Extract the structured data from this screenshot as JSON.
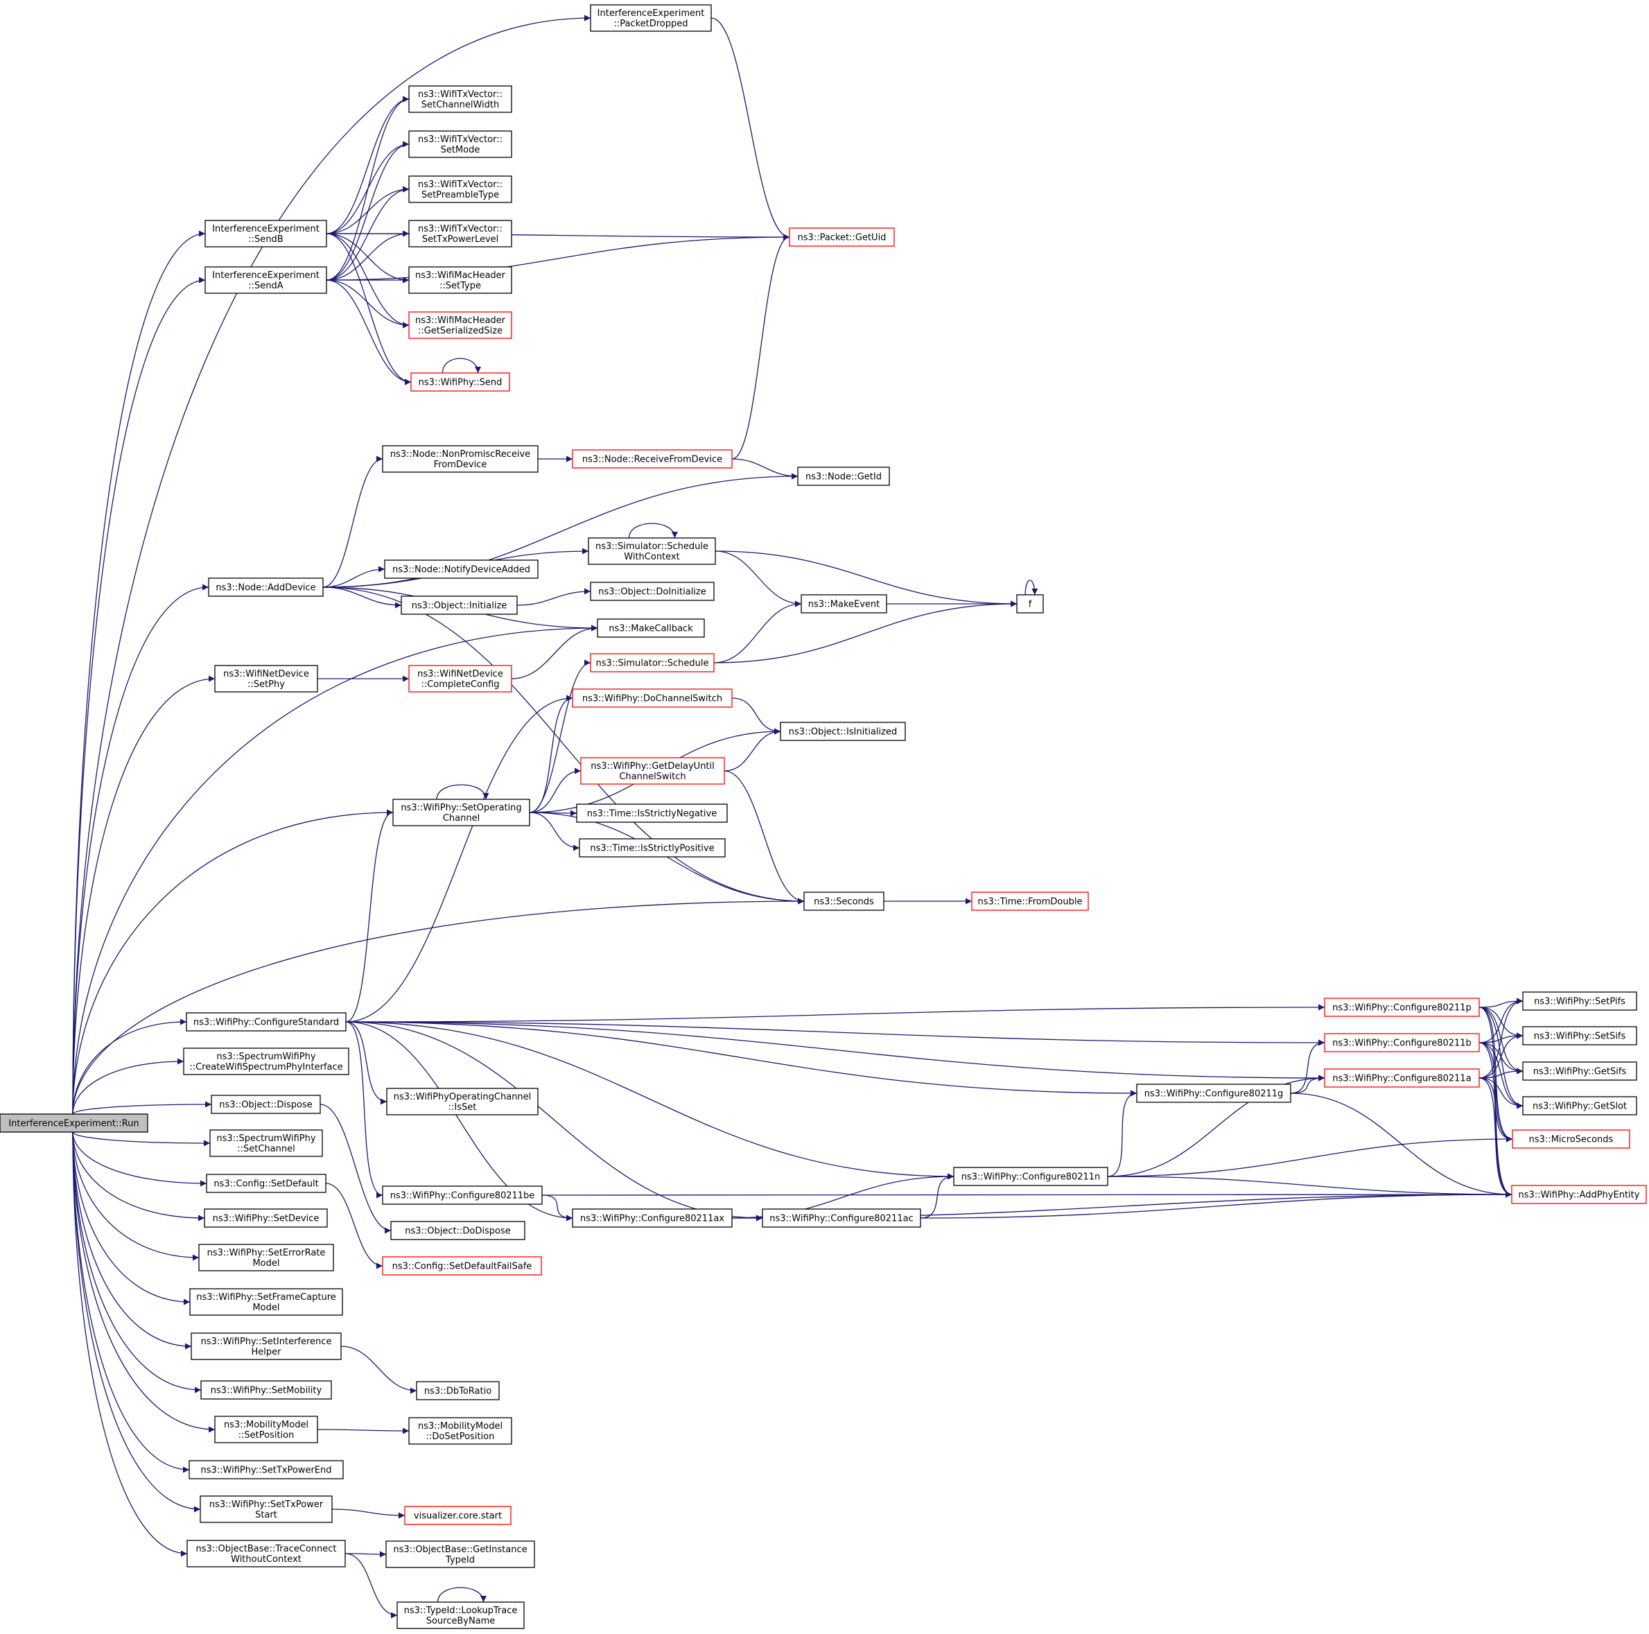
{
  "colors": {
    "edge": "#191970",
    "node_border": "#000000",
    "node_border_truncated": "#ff0000",
    "node_fill": "#ffffff",
    "root_fill": "#bfbfbf"
  },
  "nodes": [
    {
      "id": "run",
      "lines": [
        "InterferenceExperiment::Run"
      ],
      "style": "root"
    },
    {
      "id": "packetDropped",
      "lines": [
        "InterferenceExperiment",
        "::PacketDropped"
      ],
      "style": "normal"
    },
    {
      "id": "sendB",
      "lines": [
        "InterferenceExperiment",
        "::SendB"
      ],
      "style": "normal"
    },
    {
      "id": "sendA",
      "lines": [
        "InterferenceExperiment",
        "::SendA"
      ],
      "style": "normal"
    },
    {
      "id": "setChannelWidth",
      "lines": [
        "ns3::WifiTxVector::",
        "SetChannelWidth"
      ],
      "style": "normal"
    },
    {
      "id": "setMode",
      "lines": [
        "ns3::WifiTxVector::",
        "SetMode"
      ],
      "style": "normal"
    },
    {
      "id": "setPreambleType",
      "lines": [
        "ns3::WifiTxVector::",
        "SetPreambleType"
      ],
      "style": "normal"
    },
    {
      "id": "setTxPowerLevel",
      "lines": [
        "ns3::WifiTxVector::",
        "SetTxPowerLevel"
      ],
      "style": "normal"
    },
    {
      "id": "macSetType",
      "lines": [
        "ns3::WifiMacHeader",
        "::SetType"
      ],
      "style": "normal"
    },
    {
      "id": "getSerializedSize",
      "lines": [
        "ns3::WifiMacHeader",
        "::GetSerializedSize"
      ],
      "style": "truncated"
    },
    {
      "id": "phySend",
      "lines": [
        "ns3::WifiPhy::Send"
      ],
      "style": "truncated"
    },
    {
      "id": "getUid",
      "lines": [
        "ns3::Packet::GetUid"
      ],
      "style": "truncated"
    },
    {
      "id": "nonPromisc",
      "lines": [
        "ns3::Node::NonPromiscReceive",
        "FromDevice"
      ],
      "style": "normal"
    },
    {
      "id": "receiveFromDevice",
      "lines": [
        "ns3::Node::ReceiveFromDevice"
      ],
      "style": "truncated"
    },
    {
      "id": "getId",
      "lines": [
        "ns3::Node::GetId"
      ],
      "style": "normal"
    },
    {
      "id": "scheduleWithContext",
      "lines": [
        "ns3::Simulator::Schedule",
        "WithContext"
      ],
      "style": "normal"
    },
    {
      "id": "addDevice",
      "lines": [
        "ns3::Node::AddDevice"
      ],
      "style": "normal"
    },
    {
      "id": "notifyDeviceAdded",
      "lines": [
        "ns3::Node::NotifyDeviceAdded"
      ],
      "style": "normal"
    },
    {
      "id": "objInitialize",
      "lines": [
        "ns3::Object::Initialize"
      ],
      "style": "normal"
    },
    {
      "id": "doInitialize",
      "lines": [
        "ns3::Object::DoInitialize"
      ],
      "style": "normal"
    },
    {
      "id": "makeEvent",
      "lines": [
        "ns3::MakeEvent"
      ],
      "style": "normal"
    },
    {
      "id": "f",
      "lines": [
        "f"
      ],
      "style": "normal"
    },
    {
      "id": "makeCallback",
      "lines": [
        "ns3::MakeCallback"
      ],
      "style": "normal"
    },
    {
      "id": "setPhy",
      "lines": [
        "ns3::WifiNetDevice",
        "::SetPhy"
      ],
      "style": "normal"
    },
    {
      "id": "completeConfig",
      "lines": [
        "ns3::WifiNetDevice",
        "::CompleteConfig"
      ],
      "style": "truncated"
    },
    {
      "id": "simSchedule",
      "lines": [
        "ns3::Simulator::Schedule"
      ],
      "style": "truncated"
    },
    {
      "id": "doChannelSwitch",
      "lines": [
        "ns3::WifiPhy::DoChannelSwitch"
      ],
      "style": "truncated"
    },
    {
      "id": "isInitialized",
      "lines": [
        "ns3::Object::IsInitialized"
      ],
      "style": "normal"
    },
    {
      "id": "getDelayUntil",
      "lines": [
        "ns3::WifiPhy::GetDelayUntil",
        "ChannelSwitch"
      ],
      "style": "truncated"
    },
    {
      "id": "setOperatingChannel",
      "lines": [
        "ns3::WifiPhy::SetOperating",
        "Channel"
      ],
      "style": "normal"
    },
    {
      "id": "isStrictlyNegative",
      "lines": [
        "ns3::Time::IsStrictlyNegative"
      ],
      "style": "normal"
    },
    {
      "id": "isStrictlyPositive",
      "lines": [
        "ns3::Time::IsStrictlyPositive"
      ],
      "style": "normal"
    },
    {
      "id": "seconds",
      "lines": [
        "ns3::Seconds"
      ],
      "style": "normal"
    },
    {
      "id": "fromDouble",
      "lines": [
        "ns3::Time::FromDouble"
      ],
      "style": "truncated"
    },
    {
      "id": "configureStandard",
      "lines": [
        "ns3::WifiPhy::ConfigureStandard"
      ],
      "style": "normal"
    },
    {
      "id": "createWifiSpectrum",
      "lines": [
        "ns3::SpectrumWifiPhy",
        "::CreateWifiSpectrumPhyInterface"
      ],
      "style": "normal"
    },
    {
      "id": "objDispose",
      "lines": [
        "ns3::Object::Dispose"
      ],
      "style": "normal"
    },
    {
      "id": "spectrumSetChannel",
      "lines": [
        "ns3::SpectrumWifiPhy",
        "::SetChannel"
      ],
      "style": "normal"
    },
    {
      "id": "configSetDefault",
      "lines": [
        "ns3::Config::SetDefault"
      ],
      "style": "normal"
    },
    {
      "id": "setDevice",
      "lines": [
        "ns3::WifiPhy::SetDevice"
      ],
      "style": "normal"
    },
    {
      "id": "setErrorRate",
      "lines": [
        "ns3::WifiPhy::SetErrorRate",
        "Model"
      ],
      "style": "normal"
    },
    {
      "id": "setFrameCapture",
      "lines": [
        "ns3::WifiPhy::SetFrameCapture",
        "Model"
      ],
      "style": "normal"
    },
    {
      "id": "setInterference",
      "lines": [
        "ns3::WifiPhy::SetInterference",
        "Helper"
      ],
      "style": "normal"
    },
    {
      "id": "setMobility",
      "lines": [
        "ns3::WifiPhy::SetMobility"
      ],
      "style": "normal"
    },
    {
      "id": "mobSetPosition",
      "lines": [
        "ns3::MobilityModel",
        "::SetPosition"
      ],
      "style": "normal"
    },
    {
      "id": "setTxPowerEnd",
      "lines": [
        "ns3::WifiPhy::SetTxPowerEnd"
      ],
      "style": "normal"
    },
    {
      "id": "setTxPowerStart",
      "lines": [
        "ns3::WifiPhy::SetTxPower",
        "Start"
      ],
      "style": "normal"
    },
    {
      "id": "traceConnect",
      "lines": [
        "ns3::ObjectBase::TraceConnect",
        "WithoutContext"
      ],
      "style": "normal"
    },
    {
      "id": "opChanIsSet",
      "lines": [
        "ns3::WifiPhyOperatingChannel",
        "::IsSet"
      ],
      "style": "normal"
    },
    {
      "id": "configure80211be",
      "lines": [
        "ns3::WifiPhy::Configure80211be"
      ],
      "style": "normal"
    },
    {
      "id": "objDoDispose",
      "lines": [
        "ns3::Object::DoDispose"
      ],
      "style": "normal"
    },
    {
      "id": "setDefaultFailSafe",
      "lines": [
        "ns3::Config::SetDefaultFailSafe"
      ],
      "style": "truncated"
    },
    {
      "id": "dbToRatio",
      "lines": [
        "ns3::DbToRatio"
      ],
      "style": "normal"
    },
    {
      "id": "doSetPosition",
      "lines": [
        "ns3::MobilityModel",
        "::DoSetPosition"
      ],
      "style": "normal"
    },
    {
      "id": "vizStart",
      "lines": [
        "visualizer.core.start"
      ],
      "style": "truncated"
    },
    {
      "id": "getInstanceTypeId",
      "lines": [
        "ns3::ObjectBase::GetInstance",
        "TypeId"
      ],
      "style": "normal"
    },
    {
      "id": "lookupTrace",
      "lines": [
        "ns3::TypeId::LookupTrace",
        "SourceByName"
      ],
      "style": "normal"
    },
    {
      "id": "configure80211g",
      "lines": [
        "ns3::WifiPhy::Configure80211g"
      ],
      "style": "normal"
    },
    {
      "id": "configure80211n",
      "lines": [
        "ns3::WifiPhy::Configure80211n"
      ],
      "style": "normal"
    },
    {
      "id": "configure80211ax",
      "lines": [
        "ns3::WifiPhy::Configure80211ax"
      ],
      "style": "normal"
    },
    {
      "id": "configure80211ac",
      "lines": [
        "ns3::WifiPhy::Configure80211ac"
      ],
      "style": "normal"
    },
    {
      "id": "configure80211p",
      "lines": [
        "ns3::WifiPhy::Configure80211p"
      ],
      "style": "truncated"
    },
    {
      "id": "configure80211b",
      "lines": [
        "ns3::WifiPhy::Configure80211b"
      ],
      "style": "truncated"
    },
    {
      "id": "configure80211a",
      "lines": [
        "ns3::WifiPhy::Configure80211a"
      ],
      "style": "truncated"
    },
    {
      "id": "setPifs",
      "lines": [
        "ns3::WifiPhy::SetPifs"
      ],
      "style": "normal"
    },
    {
      "id": "setSifs",
      "lines": [
        "ns3::WifiPhy::SetSifs"
      ],
      "style": "normal"
    },
    {
      "id": "getSifs",
      "lines": [
        "ns3::WifiPhy::GetSifs"
      ],
      "style": "normal"
    },
    {
      "id": "getSlot",
      "lines": [
        "ns3::WifiPhy::GetSlot"
      ],
      "style": "normal"
    },
    {
      "id": "microSeconds",
      "lines": [
        "ns3::MicroSeconds"
      ],
      "style": "truncated"
    },
    {
      "id": "addPhyEntity",
      "lines": [
        "ns3::WifiPhy::AddPhyEntity"
      ],
      "style": "truncated"
    }
  ],
  "edges": [
    [
      "run",
      "packetDropped"
    ],
    [
      "run",
      "sendB"
    ],
    [
      "run",
      "sendA"
    ],
    [
      "run",
      "addDevice"
    ],
    [
      "run",
      "setPhy"
    ],
    [
      "run",
      "makeCallback"
    ],
    [
      "run",
      "setOperatingChannel"
    ],
    [
      "run",
      "seconds"
    ],
    [
      "run",
      "configureStandard"
    ],
    [
      "run",
      "createWifiSpectrum"
    ],
    [
      "run",
      "objDispose"
    ],
    [
      "run",
      "spectrumSetChannel"
    ],
    [
      "run",
      "configSetDefault"
    ],
    [
      "run",
      "setDevice"
    ],
    [
      "run",
      "setErrorRate"
    ],
    [
      "run",
      "setFrameCapture"
    ],
    [
      "run",
      "setInterference"
    ],
    [
      "run",
      "setMobility"
    ],
    [
      "run",
      "mobSetPosition"
    ],
    [
      "run",
      "setTxPowerEnd"
    ],
    [
      "run",
      "setTxPowerStart"
    ],
    [
      "run",
      "traceConnect"
    ],
    [
      "packetDropped",
      "getUid"
    ],
    [
      "sendB",
      "setChannelWidth"
    ],
    [
      "sendB",
      "setMode"
    ],
    [
      "sendB",
      "setPreambleType"
    ],
    [
      "sendB",
      "setTxPowerLevel"
    ],
    [
      "sendB",
      "macSetType"
    ],
    [
      "sendB",
      "getSerializedSize"
    ],
    [
      "sendB",
      "phySend"
    ],
    [
      "sendB",
      "getUid"
    ],
    [
      "sendA",
      "setChannelWidth"
    ],
    [
      "sendA",
      "setMode"
    ],
    [
      "sendA",
      "setPreambleType"
    ],
    [
      "sendA",
      "setTxPowerLevel"
    ],
    [
      "sendA",
      "macSetType"
    ],
    [
      "sendA",
      "getSerializedSize"
    ],
    [
      "sendA",
      "phySend"
    ],
    [
      "sendA",
      "getUid"
    ],
    [
      "phySend",
      "phySend"
    ],
    [
      "addDevice",
      "nonPromisc"
    ],
    [
      "addDevice",
      "getId"
    ],
    [
      "addDevice",
      "scheduleWithContext"
    ],
    [
      "addDevice",
      "notifyDeviceAdded"
    ],
    [
      "addDevice",
      "objInitialize"
    ],
    [
      "addDevice",
      "makeCallback"
    ],
    [
      "addDevice",
      "seconds"
    ],
    [
      "nonPromisc",
      "receiveFromDevice"
    ],
    [
      "receiveFromDevice",
      "getId"
    ],
    [
      "receiveFromDevice",
      "getUid"
    ],
    [
      "scheduleWithContext",
      "scheduleWithContext"
    ],
    [
      "scheduleWithContext",
      "makeEvent"
    ],
    [
      "scheduleWithContext",
      "f"
    ],
    [
      "objInitialize",
      "doInitialize"
    ],
    [
      "makeEvent",
      "f"
    ],
    [
      "f",
      "f"
    ],
    [
      "setPhy",
      "completeConfig"
    ],
    [
      "completeConfig",
      "makeCallback"
    ],
    [
      "simSchedule",
      "makeEvent"
    ],
    [
      "simSchedule",
      "f"
    ],
    [
      "doChannelSwitch",
      "isInitialized"
    ],
    [
      "getDelayUntil",
      "isInitialized"
    ],
    [
      "getDelayUntil",
      "seconds"
    ],
    [
      "setOperatingChannel",
      "setOperatingChannel"
    ],
    [
      "setOperatingChannel",
      "simSchedule"
    ],
    [
      "setOperatingChannel",
      "doChannelSwitch"
    ],
    [
      "setOperatingChannel",
      "isInitialized"
    ],
    [
      "setOperatingChannel",
      "getDelayUntil"
    ],
    [
      "setOperatingChannel",
      "isStrictlyNegative"
    ],
    [
      "setOperatingChannel",
      "isStrictlyPositive"
    ],
    [
      "setOperatingChannel",
      "seconds"
    ],
    [
      "seconds",
      "fromDouble"
    ],
    [
      "configureStandard",
      "doChannelSwitch"
    ],
    [
      "configureStandard",
      "setOperatingChannel"
    ],
    [
      "configureStandard",
      "opChanIsSet"
    ],
    [
      "configureStandard",
      "configure80211be"
    ],
    [
      "configureStandard",
      "configure80211p"
    ],
    [
      "configureStandard",
      "configure80211b"
    ],
    [
      "configureStandard",
      "configure80211a"
    ],
    [
      "configureStandard",
      "configure80211g"
    ],
    [
      "configureStandard",
      "configure80211n"
    ],
    [
      "configureStandard",
      "configure80211ac"
    ],
    [
      "configureStandard",
      "configure80211ax"
    ],
    [
      "objDispose",
      "objDoDispose"
    ],
    [
      "configSetDefault",
      "setDefaultFailSafe"
    ],
    [
      "setInterference",
      "dbToRatio"
    ],
    [
      "mobSetPosition",
      "doSetPosition"
    ],
    [
      "setTxPowerStart",
      "vizStart"
    ],
    [
      "traceConnect",
      "getInstanceTypeId"
    ],
    [
      "traceConnect",
      "lookupTrace"
    ],
    [
      "lookupTrace",
      "lookupTrace"
    ],
    [
      "configure80211be",
      "configure80211ax"
    ],
    [
      "configure80211be",
      "addPhyEntity"
    ],
    [
      "configure80211ax",
      "configure80211n"
    ],
    [
      "configure80211ax",
      "configure80211ac"
    ],
    [
      "configure80211ax",
      "addPhyEntity"
    ],
    [
      "configure80211ac",
      "configure80211n"
    ],
    [
      "configure80211ac",
      "addPhyEntity"
    ],
    [
      "configure80211n",
      "configure80211g"
    ],
    [
      "configure80211n",
      "configure80211a"
    ],
    [
      "configure80211n",
      "microSeconds"
    ],
    [
      "configure80211n",
      "addPhyEntity"
    ],
    [
      "configure80211g",
      "configure80211b"
    ],
    [
      "configure80211g",
      "configure80211a"
    ],
    [
      "configure80211g",
      "addPhyEntity"
    ],
    [
      "configure80211p",
      "setPifs"
    ],
    [
      "configure80211p",
      "setSifs"
    ],
    [
      "configure80211p",
      "getSifs"
    ],
    [
      "configure80211p",
      "getSlot"
    ],
    [
      "configure80211p",
      "microSeconds"
    ],
    [
      "configure80211p",
      "addPhyEntity"
    ],
    [
      "configure80211b",
      "setPifs"
    ],
    [
      "configure80211b",
      "setSifs"
    ],
    [
      "configure80211b",
      "getSifs"
    ],
    [
      "configure80211b",
      "getSlot"
    ],
    [
      "configure80211b",
      "microSeconds"
    ],
    [
      "configure80211b",
      "addPhyEntity"
    ],
    [
      "configure80211a",
      "setPifs"
    ],
    [
      "configure80211a",
      "setSifs"
    ],
    [
      "configure80211a",
      "getSifs"
    ],
    [
      "configure80211a",
      "getSlot"
    ],
    [
      "configure80211a",
      "microSeconds"
    ],
    [
      "configure80211a",
      "addPhyEntity"
    ]
  ]
}
